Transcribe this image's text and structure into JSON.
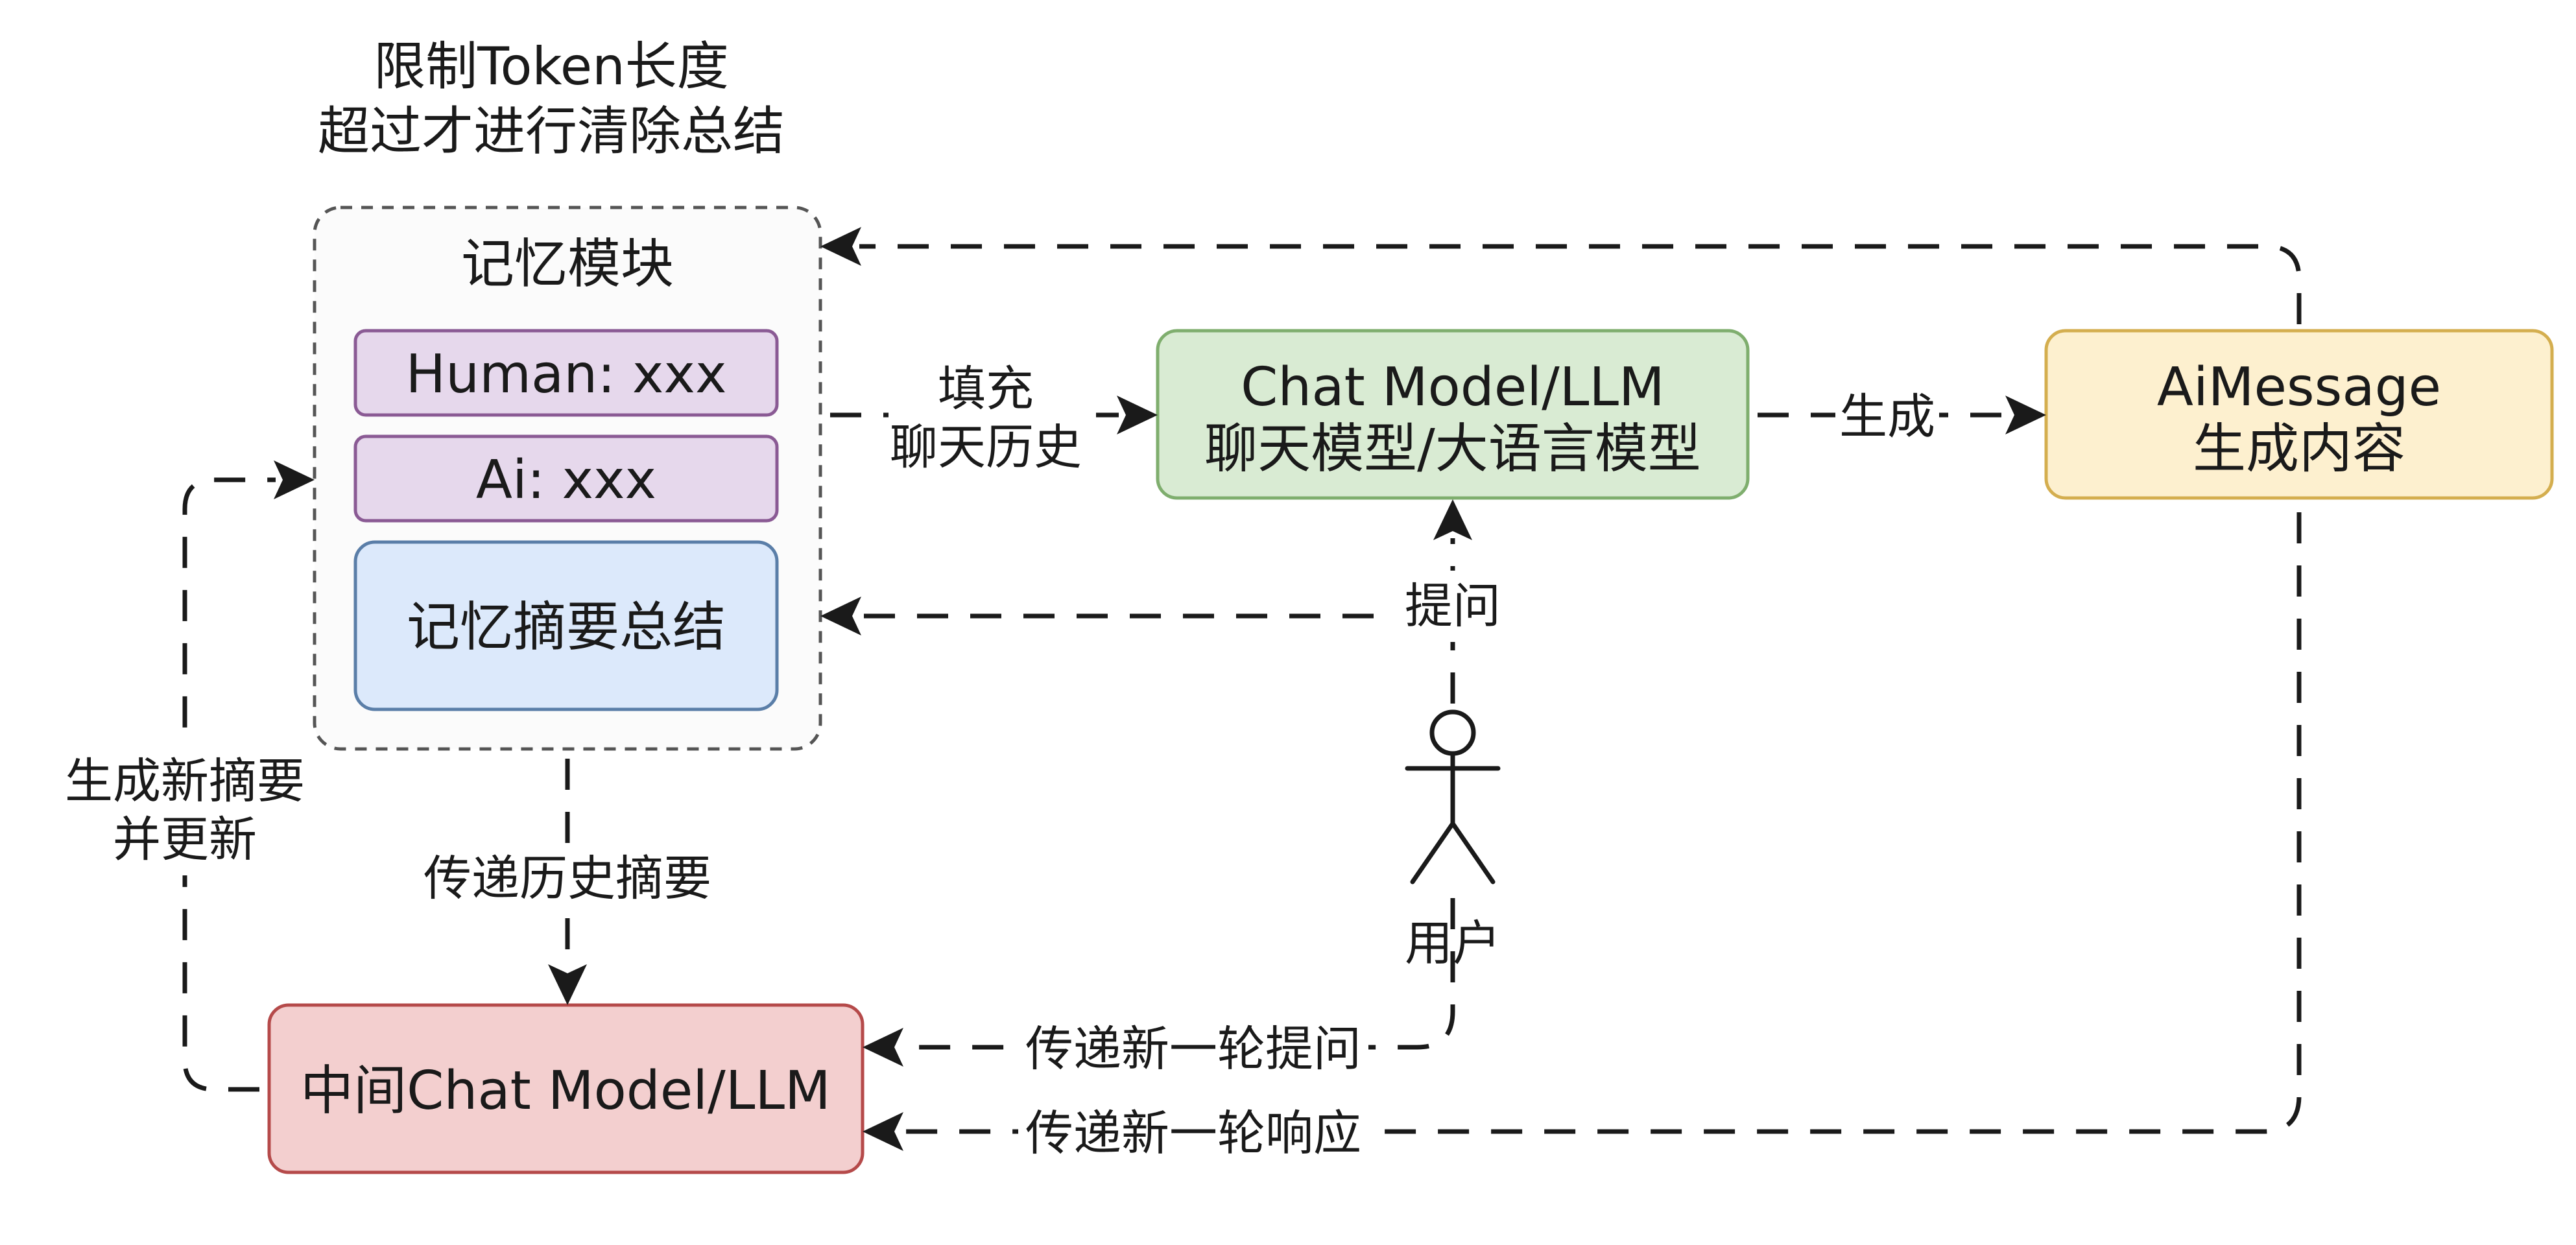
{
  "memory_module": {
    "title": "记忆模块",
    "note_line1": "限制Token长度",
    "note_line2": "超过才进行清除总结",
    "human_item": "Human: xxx",
    "ai_item": "Ai: xxx",
    "summary_item": "记忆摘要总结"
  },
  "chat_model": {
    "line1": "Chat Model/LLM",
    "line2": "聊天模型/大语言模型"
  },
  "ai_message": {
    "line1": "AiMessage",
    "line2": "生成内容"
  },
  "middle_model": {
    "label": "中间Chat Model/LLM"
  },
  "user": {
    "label": "用户"
  },
  "edges": {
    "fill_history_line1": "填充",
    "fill_history_line2": "聊天历史",
    "generate": "生成",
    "ask": "提问",
    "new_summary_line1": "生成新摘要",
    "new_summary_line2": "并更新",
    "pass_summary": "传递历史摘要",
    "pass_question": "传递新一轮提问",
    "pass_response": "传递新一轮响应"
  },
  "colors": {
    "memory_item_fill": "#e6d8ec",
    "memory_item_stroke": "#8a5a94",
    "summary_fill": "#dce9fb",
    "summary_stroke": "#5a7ea8",
    "chat_fill": "#d9ebd3",
    "chat_stroke": "#7fae6e",
    "aimsg_fill": "#fdf0cf",
    "aimsg_stroke": "#d4ae4f",
    "middle_fill": "#f3cfcf",
    "middle_stroke": "#b54a4a"
  }
}
